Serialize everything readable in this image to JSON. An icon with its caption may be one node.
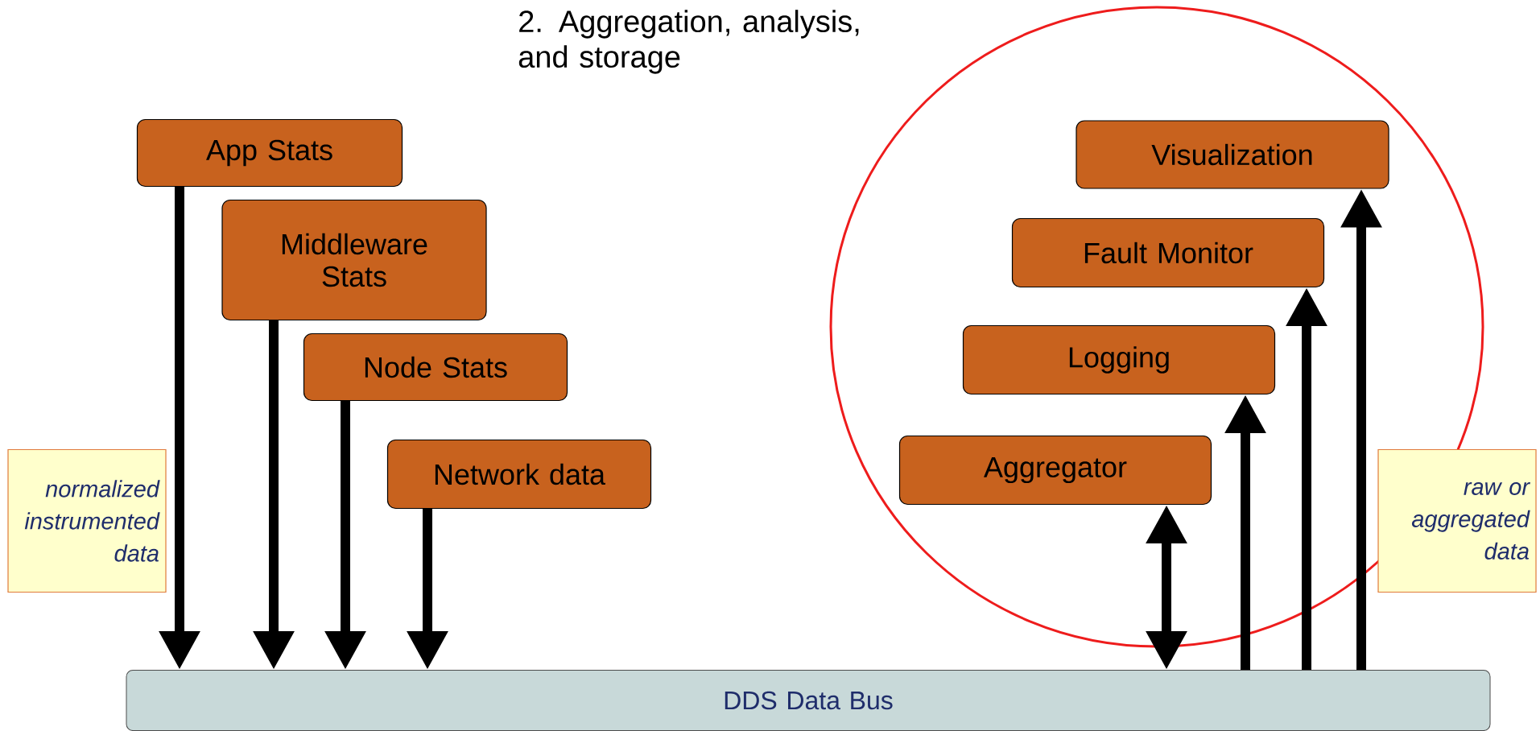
{
  "diagram": {
    "nodes": [
      {
        "text": [
          "App Stats"
        ]
      },
      {
        "text": [
          "Middleware Stats"
        ]
      },
      {
        "text": [
          "Node Stats"
        ]
      },
      {
        "text": [
          "Network data"
        ]
      },
      {
        "text": [
          "Visualization"
        ]
      },
      {
        "text": [
          "Fault Monitor"
        ]
      },
      {
        "text": [
          "Logging"
        ]
      },
      {
        "text": [
          "Aggregator"
        ]
      },
      {
        "text": [
          "DDS Data Bus"
        ]
      },
      {
        "text": [
          "normalized instrumented data"
        ]
      },
      {
        "text": [
          "raw or aggregated data"
        ]
      }
    ],
    "edges": [
      {
        "from": 0,
        "to": 8,
        "arrow": "to"
      },
      {
        "from": 1,
        "to": 8,
        "arrow": "to"
      },
      {
        "from": 2,
        "to": 8,
        "arrow": "to"
      },
      {
        "from": 3,
        "to": 8,
        "arrow": "to"
      },
      {
        "from": 7,
        "to": 8,
        "arrow": "both"
      },
      {
        "from": 8,
        "to": 6,
        "arrow": "to"
      },
      {
        "from": 8,
        "to": 5,
        "arrow": "to"
      },
      {
        "from": 8,
        "to": 4,
        "arrow": "to"
      }
    ],
    "labels": [
      "2. Aggregation, analysis, and storage"
    ]
  }
}
